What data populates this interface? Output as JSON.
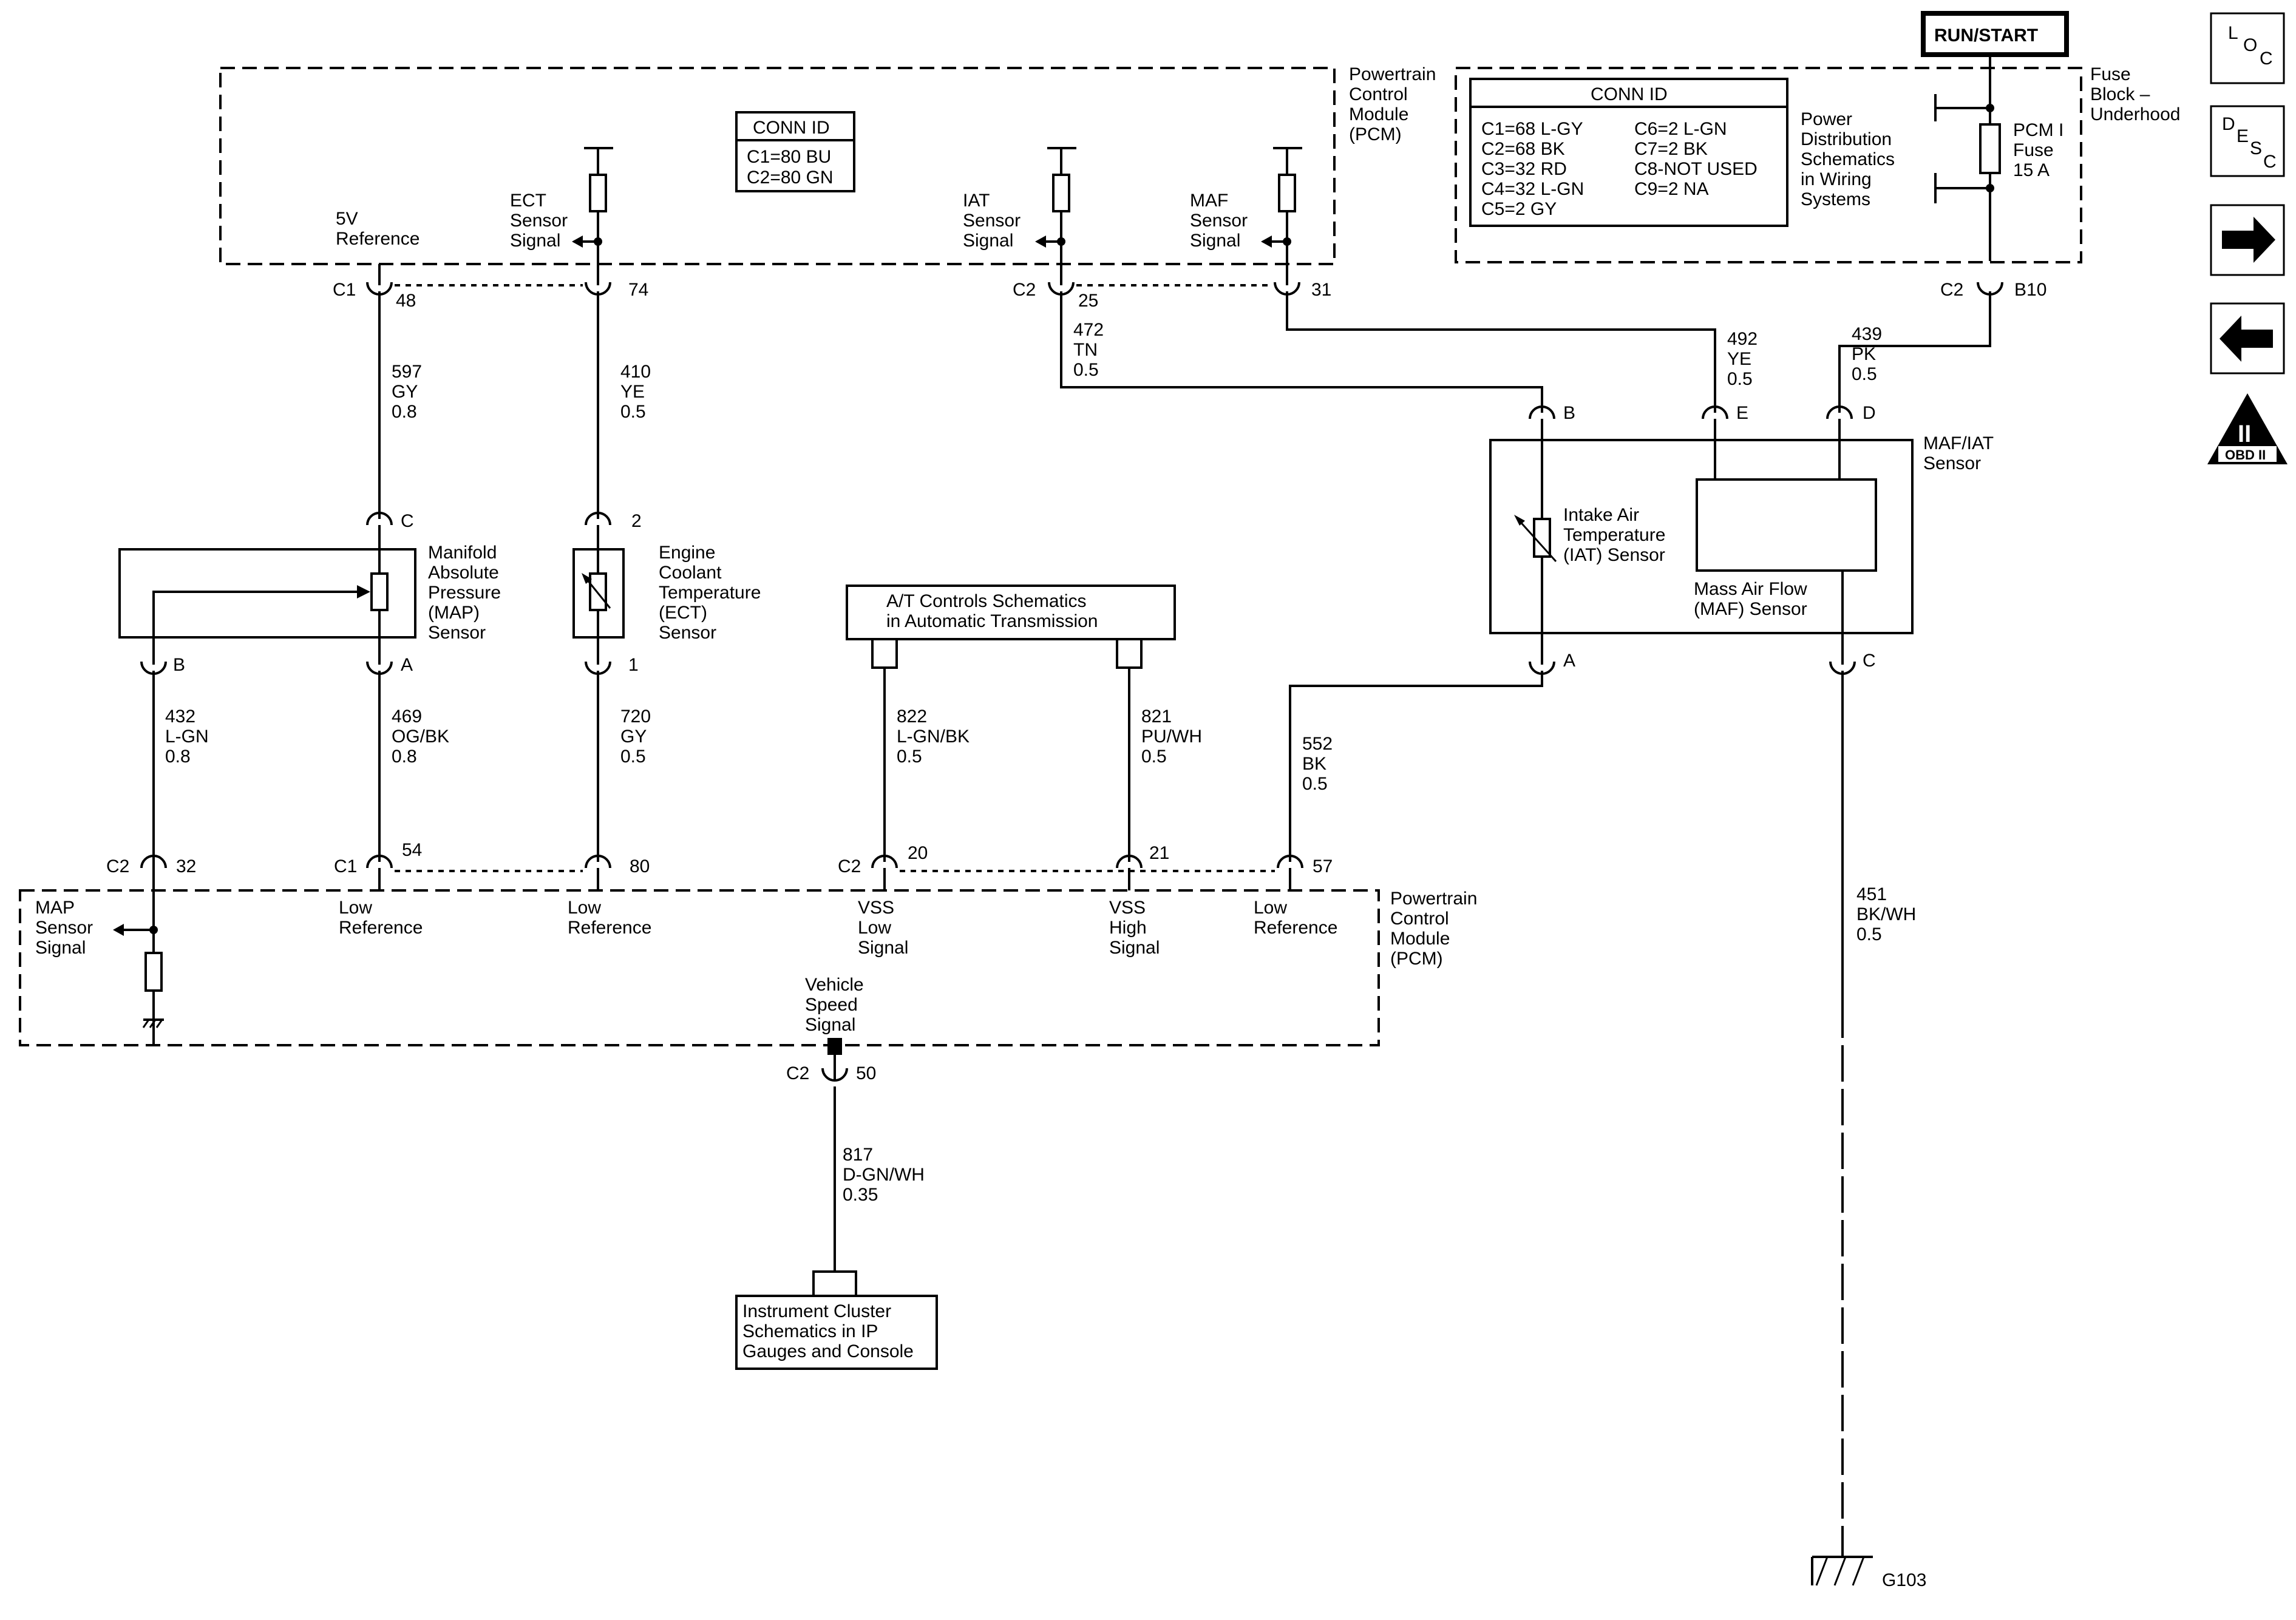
{
  "pcm_top": {
    "title": "Powertrain\nControl\nModule\n(PCM)",
    "conn_header": "CONN ID",
    "conn_rows": [
      "C1=80 BU",
      "C2=80 GN"
    ]
  },
  "pcm_bottom": {
    "title": "Powertrain\nControl\nModule\n(PCM)",
    "vehicle_speed_signal": "Vehicle\nSpeed\nSignal"
  },
  "fuse_block": {
    "title": "Fuse\nBlock –\nUnderhood",
    "conn_header": "CONN ID",
    "conn_left": [
      "C1=68 L-GY",
      "C2=68 BK",
      "C3=32 RD",
      "C4=32 L-GN",
      "C5=2 GY"
    ],
    "conn_right": [
      "C6=2 L-GN",
      "C7=2 BK",
      "C8-NOT USED",
      "C9=2 NA"
    ],
    "power_dist": "Power\nDistribution\nSchematics\nin Wiring\nSystems",
    "fuse": "PCM I\nFuse\n15 A"
  },
  "run_start": "RUN/START",
  "nav": {
    "loc": [
      "L",
      "O",
      "C"
    ],
    "desc": [
      "D",
      "E",
      "S",
      "C"
    ],
    "obd_symbol": "II",
    "obd_label": "OBD II"
  },
  "pcm_top_signals": {
    "ref5v": "5V\nReference",
    "ect": "ECT\nSensor\nSignal",
    "iat": "IAT\nSensor\nSignal",
    "maf": "MAF\nSensor\nSignal"
  },
  "pcm_bottom_signals": {
    "map": "MAP\nSensor\nSignal",
    "lowref1": "Low\nReference",
    "lowref2": "Low\nReference",
    "vss_low": "VSS\nLow\nSignal",
    "vss_high": "VSS\nHigh\nSignal",
    "lowref3": "Low\nReference"
  },
  "connectors": {
    "c1_48": {
      "conn": "C1",
      "pin": "48"
    },
    "p74": {
      "conn": "",
      "pin": "74"
    },
    "c2_25": {
      "conn": "C2",
      "pin": "25"
    },
    "p31": {
      "conn": "",
      "pin": "31"
    },
    "c2_b10": {
      "conn": "C2",
      "pin": "B10"
    },
    "c2_32": {
      "conn": "C2",
      "pin": "32"
    },
    "c1_54": {
      "conn": "C1",
      "pin": "54"
    },
    "p80": {
      "conn": "",
      "pin": "80"
    },
    "c2_20": {
      "conn": "C2",
      "pin": "20"
    },
    "p21": {
      "conn": "",
      "pin": "21"
    },
    "p57": {
      "conn": "",
      "pin": "57"
    },
    "c2_50": {
      "conn": "C2",
      "pin": "50"
    }
  },
  "sensor_pins": {
    "map_c": "C",
    "map_b": "B",
    "map_a": "A",
    "ect_2": "2",
    "ect_1": "1",
    "maf_b": "B",
    "maf_e": "E",
    "maf_d": "D",
    "maf_a": "A",
    "maf_c": "C"
  },
  "wires": {
    "w597": "597\nGY\n0.8",
    "w410": "410\nYE\n0.5",
    "w472": "472\nTN\n0.5",
    "w492": "492\nYE\n0.5",
    "w439": "439\nPK\n0.5",
    "w432": "432\nL-GN\n0.8",
    "w469": "469\nOG/BK\n0.8",
    "w720": "720\nGY\n0.5",
    "w822": "822\nL-GN/BK\n0.5",
    "w821": "821\nPU/WH\n0.5",
    "w552": "552\nBK\n0.5",
    "w451": "451\nBK/WH\n0.5",
    "w817": "817\nD-GN/WH\n0.35"
  },
  "components": {
    "map_sensor": "Manifold\nAbsolute\nPressure\n(MAP)\nSensor",
    "ect_sensor": "Engine\nCoolant\nTemperature\n(ECT)\nSensor",
    "maf_iat": "MAF/IAT\nSensor",
    "iat": "Intake Air\nTemperature\n(IAT) Sensor",
    "maf": "Mass Air Flow\n(MAF) Sensor",
    "at_controls": "A/T Controls Schematics\nin Automatic Transmission",
    "instrument_cluster": "Instrument Cluster\nSchematics in IP\nGauges and Console",
    "ground": "G103"
  }
}
